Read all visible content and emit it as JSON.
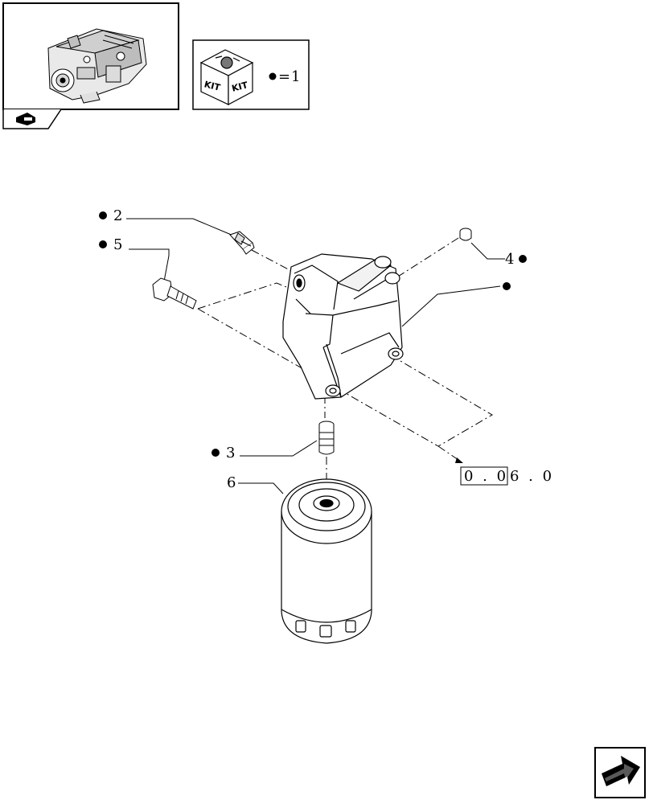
{
  "header": {
    "engine_thumbnail": {
      "icon": "engine-icon"
    },
    "nav_tab": {
      "icon": "back-arrow-icon"
    },
    "kit_legend": {
      "box_label_left": "KIT",
      "box_label_right": "KIT",
      "equals": "=",
      "value": "1"
    }
  },
  "diagram": {
    "callouts": [
      {
        "id": "2",
        "label": "2",
        "has_dot": true
      },
      {
        "id": "5",
        "label": "5",
        "has_dot": true
      },
      {
        "id": "4",
        "label": "4",
        "has_dot": true
      },
      {
        "id": "1",
        "label": "",
        "has_dot": true
      },
      {
        "id": "3",
        "label": "3",
        "has_dot": true
      },
      {
        "id": "6",
        "label": "6",
        "has_dot": false
      }
    ],
    "reference": {
      "boxed": "0 . 0",
      "rest": "6 . 0"
    }
  },
  "footer": {
    "next_page": {
      "icon": "next-page-arrow-icon"
    }
  }
}
